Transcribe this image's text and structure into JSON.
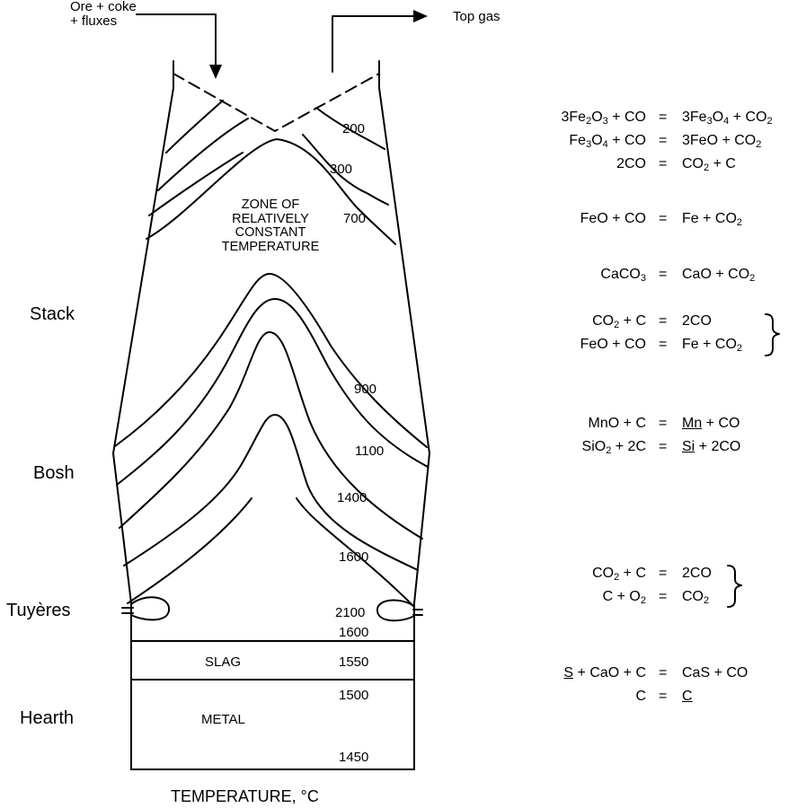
{
  "feed": {
    "line1": "Ore + coke",
    "line2": "+ fluxes"
  },
  "top_gas": "Top gas",
  "zone": {
    "l1": "ZONE OF",
    "l2": "RELATIVELY",
    "l3": "CONSTANT",
    "l4": "TEMPERATURE"
  },
  "regions": {
    "stack": "Stack",
    "bosh": "Bosh",
    "tuyeres": "Tuyères",
    "hearth": "Hearth"
  },
  "layers": {
    "slag": "SLAG",
    "metal": "METAL"
  },
  "isotherms": {
    "t200": "200",
    "t300": "300",
    "t700": "700",
    "t900": "900",
    "t1100": "1100",
    "t1400": "1400",
    "t1600a": "1600",
    "t2100": "2100",
    "t1600b": "1600",
    "t1550": "1550",
    "t1500": "1500",
    "t1450": "1450"
  },
  "axis_label": "TEMPERATURE, °C",
  "reactions": {
    "r1": {
      "lhs": "3Fe2O3 + CO",
      "rhs": "3Fe3O4 + CO2"
    },
    "r2": {
      "lhs": "Fe3O4 + CO",
      "rhs": "3FeO + CO2"
    },
    "r3": {
      "lhs": "2CO",
      "rhs": "CO2 + C"
    },
    "r4": {
      "lhs": "FeO + CO",
      "rhs": "Fe + CO2"
    },
    "r5": {
      "lhs": "CaCO3",
      "rhs": "CaO + CO2"
    },
    "r6": {
      "lhs": "CO2 + C",
      "rhs": "2CO"
    },
    "r7": {
      "lhs": "FeO + CO",
      "rhs": "Fe + CO2"
    },
    "r8": {
      "lhs": "MnO + C",
      "rhs": "Mn + CO"
    },
    "r9": {
      "lhs": "SiO2 + 2C",
      "rhs": "Si + 2CO"
    },
    "r10": {
      "lhs": "CO2 + C",
      "rhs": "2CO"
    },
    "r11": {
      "lhs": "C + O2",
      "rhs": "CO2"
    },
    "r12": {
      "lhs": "S + CaO + C",
      "rhs": "CaS + CO"
    },
    "r13": {
      "lhs": "C",
      "rhs": "C"
    },
    "equals": "="
  }
}
